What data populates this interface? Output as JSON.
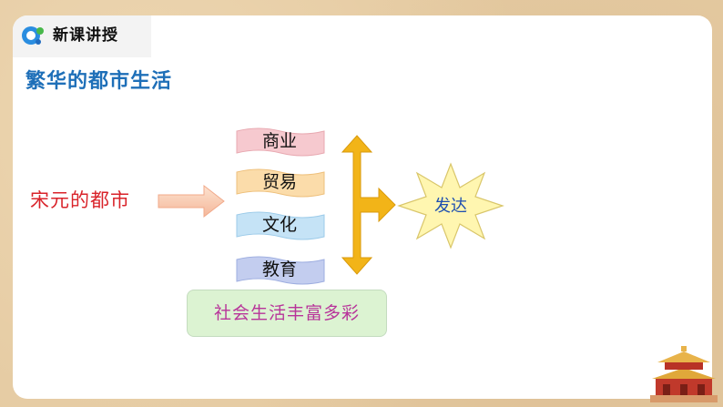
{
  "header": {
    "title": "新课讲授"
  },
  "section": {
    "title": "繁华的都市生活"
  },
  "diagram": {
    "source": "宋元的都市",
    "items": [
      {
        "label": "商业",
        "color": "#f6c9cf"
      },
      {
        "label": "贸易",
        "color": "#fbdcaa"
      },
      {
        "label": "文化",
        "color": "#c5e3f6"
      },
      {
        "label": "教育",
        "color": "#c3cdef"
      }
    ],
    "result": "发达",
    "summary": "社会生活丰富多彩"
  },
  "colors": {
    "title_blue": "#1e6fb8",
    "source_red": "#d9232a",
    "bracket_gold": "#f2b418",
    "star_fill": "#fff6b0",
    "summary_magenta": "#b8349a"
  }
}
